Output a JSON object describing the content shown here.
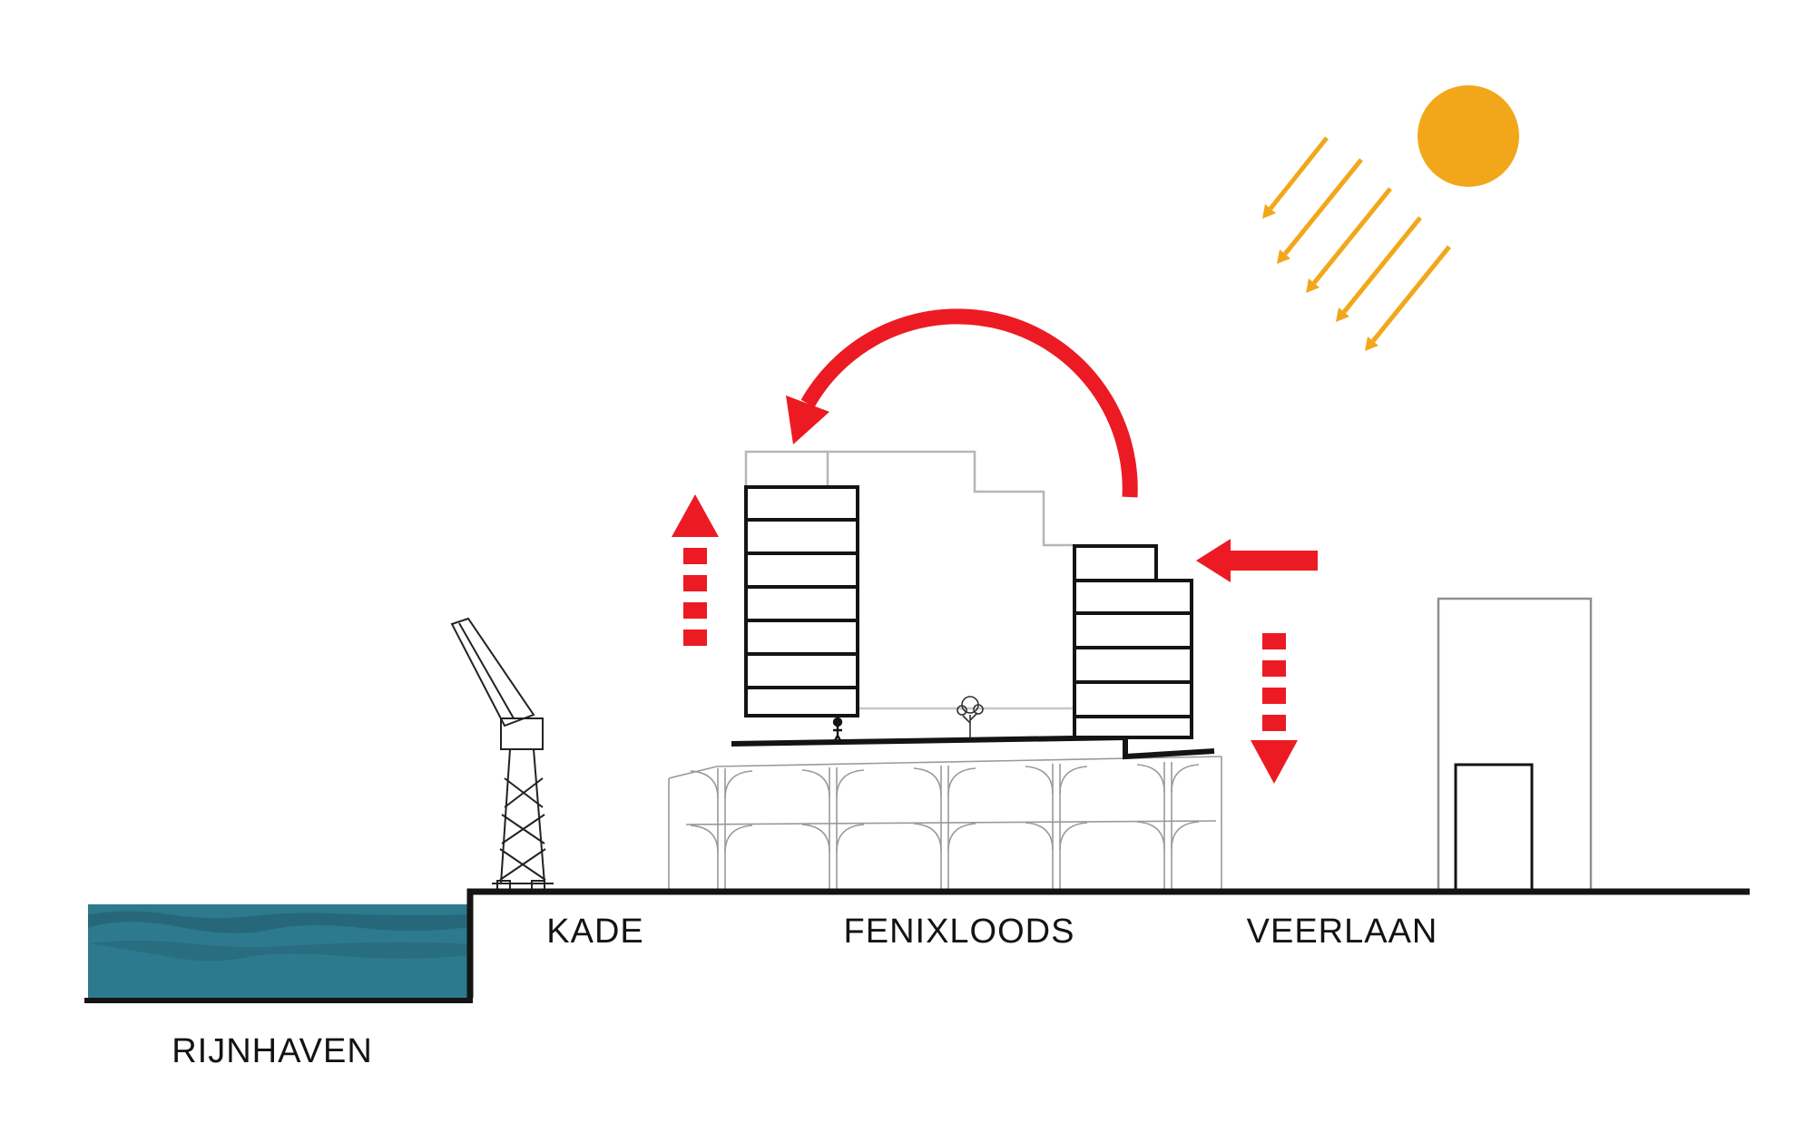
{
  "diagram": {
    "labels": {
      "kade": "KADE",
      "fenixloods": "FENIXLOODS",
      "veerlaan": "VEERLAAN",
      "rijnhaven": "RIJNHAVEN"
    },
    "colors": {
      "red": "#EC1B23",
      "orange": "#F2A71B",
      "water": "#2D7A8F",
      "ink": "#141414",
      "gray": "#9A9A9A"
    },
    "icons": [
      "sun-icon",
      "sun-ray-arrow-icon",
      "convection-arc-arrow-icon",
      "up-dashed-arrow-icon",
      "wind-in-arrow-icon",
      "down-dashed-arrow-icon",
      "crane-icon",
      "tree-icon",
      "person-icon"
    ]
  }
}
